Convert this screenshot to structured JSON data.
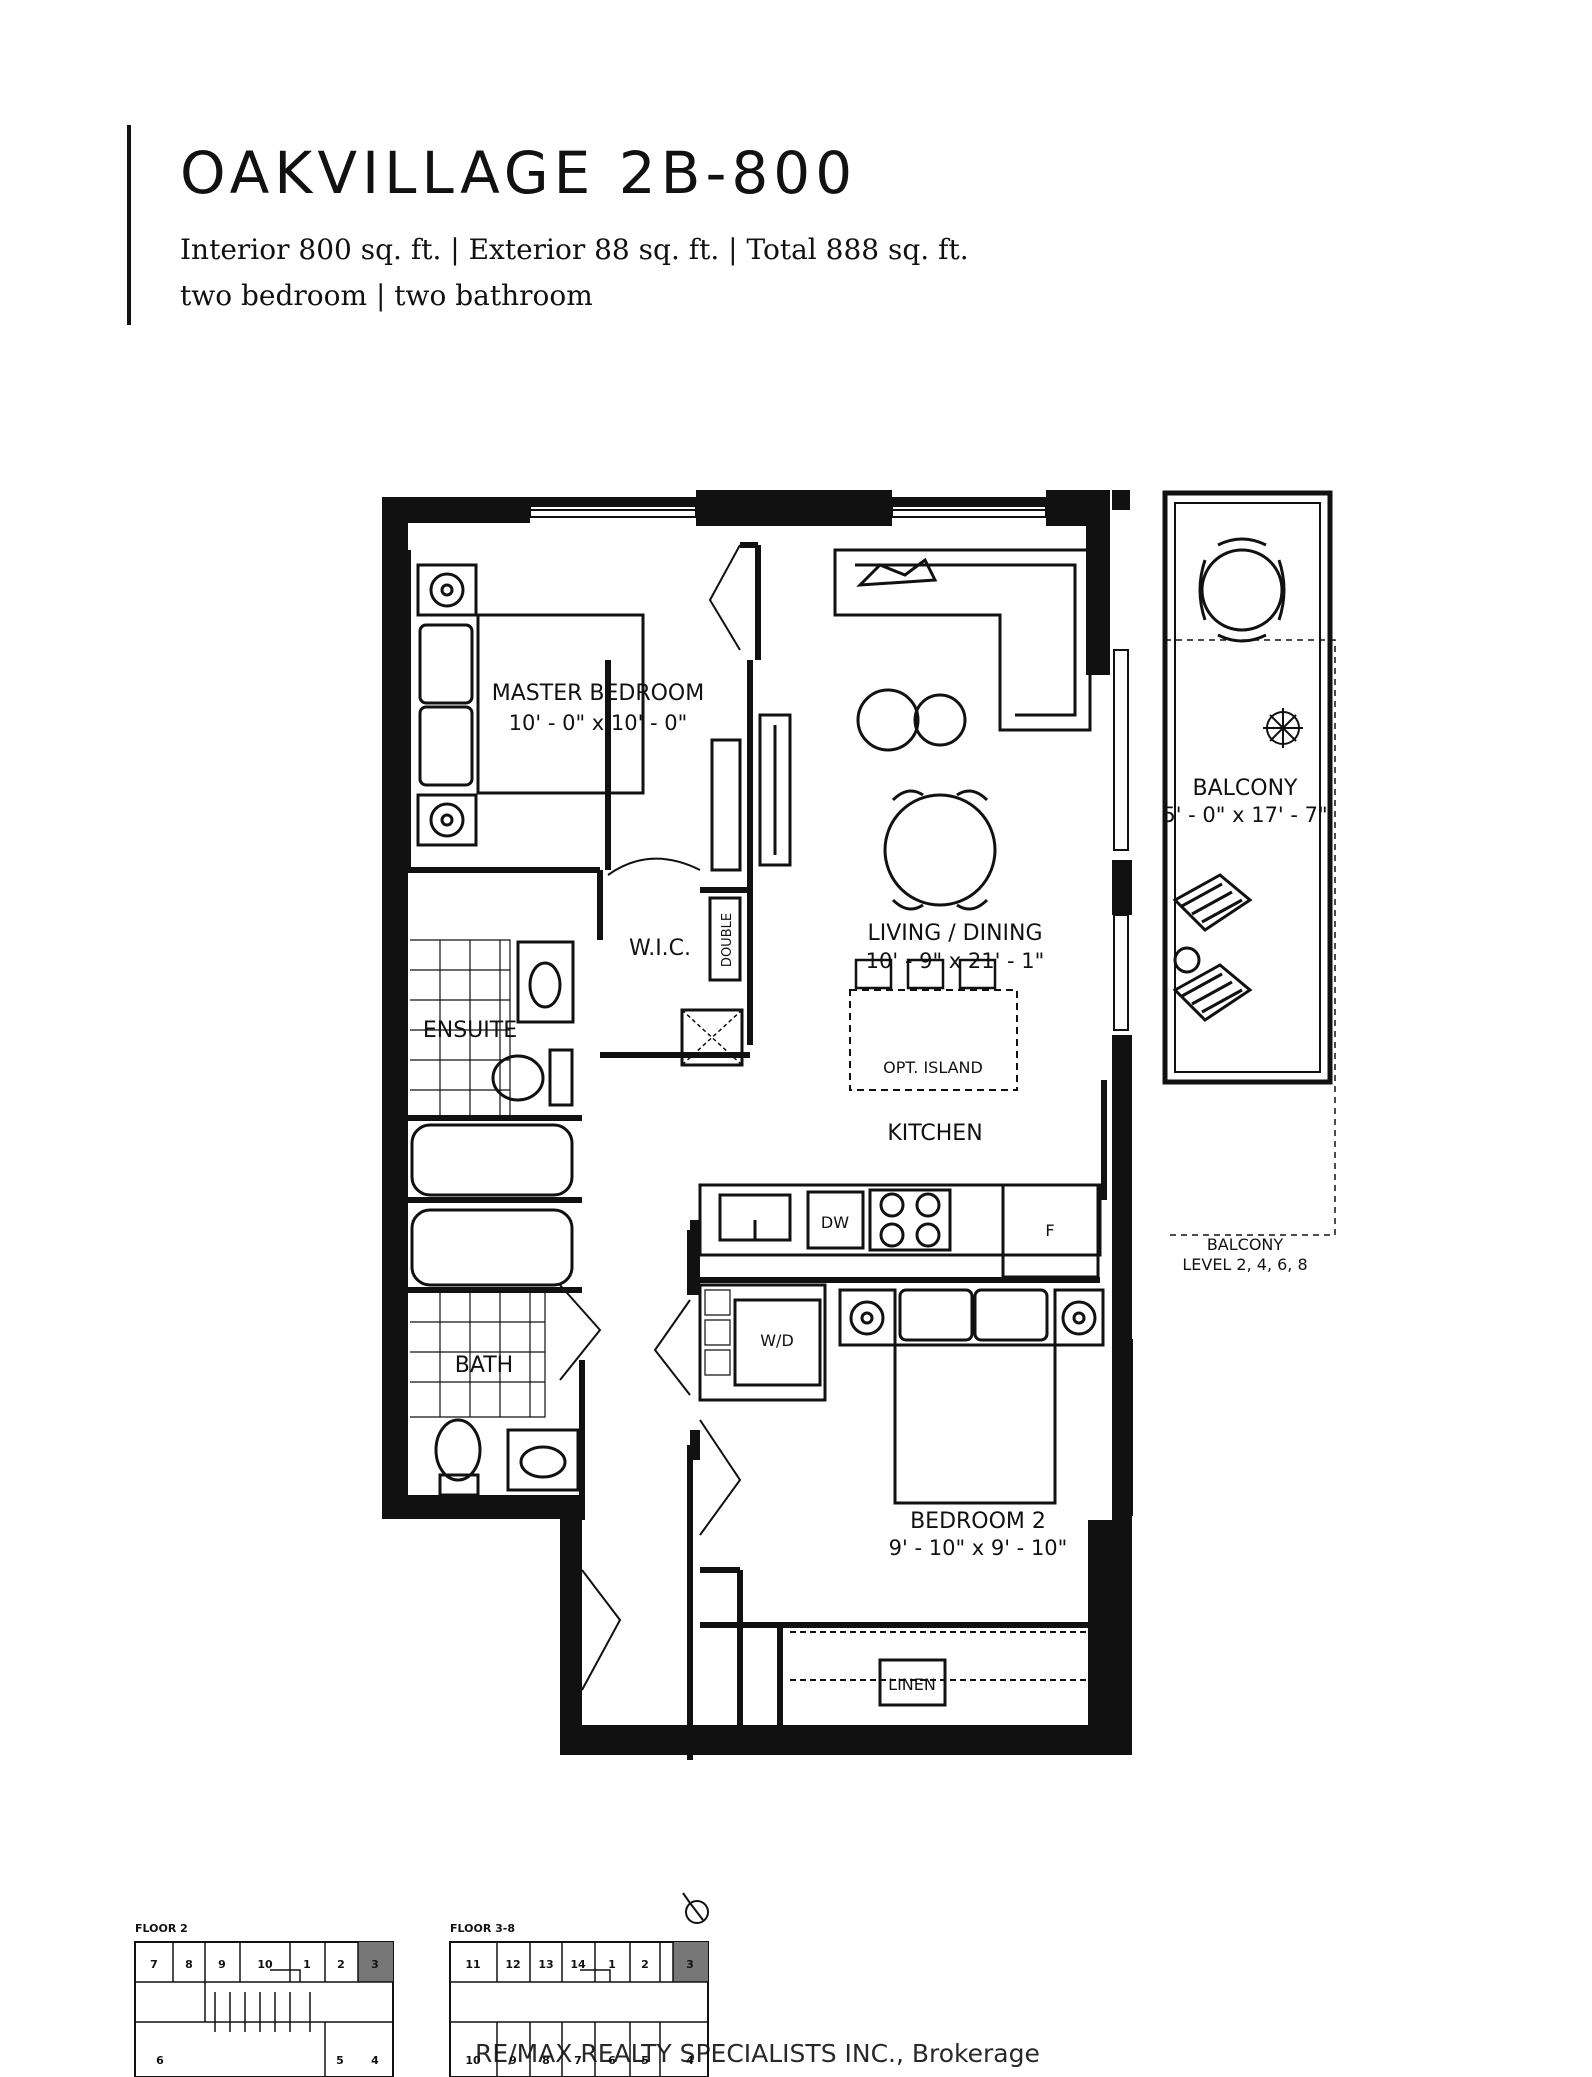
{
  "header": {
    "title": "OAKVILLAGE 2B-800",
    "specs": "Interior 800 sq. ft. | Exterior 88 sq. ft. | Total 888 sq. ft.",
    "rooms_line": "two bedroom | two bathroom"
  },
  "rooms": {
    "master_bedroom": {
      "name": "MASTER BEDROOM",
      "dims": "10' - 0\" x 10' - 0\""
    },
    "wic": {
      "name": "W.I.C."
    },
    "double": {
      "name": "DOUBLE"
    },
    "ensuite": {
      "name": "ENSUITE"
    },
    "living_dining": {
      "name": "LIVING / DINING",
      "dims": "10' - 9\" x 21' - 1\""
    },
    "opt_island": {
      "name": "OPT. ISLAND"
    },
    "kitchen": {
      "name": "KITCHEN"
    },
    "dishwasher": {
      "name": "DW"
    },
    "fridge": {
      "name": "F"
    },
    "washer_dryer": {
      "name": "W/D"
    },
    "bath": {
      "name": "BATH"
    },
    "bedroom_2": {
      "name": "BEDROOM 2",
      "dims": "9' - 10\" x 9' - 10\""
    },
    "linen": {
      "name": "LINEN"
    },
    "balcony": {
      "name": "BALCONY",
      "dims": "5' - 0\" x 17' - 7\""
    },
    "balcony_levels": {
      "line1": "BALCONY",
      "line2": "LEVEL 2, 4, 6, 8"
    }
  },
  "keyplans": {
    "floor2": {
      "label": "FLOOR 2",
      "top_units": [
        "7",
        "8",
        "9",
        "10",
        "1",
        "2",
        "3"
      ],
      "bottom_units": [
        "6",
        "5",
        "4"
      ]
    },
    "floor3_8": {
      "label": "FLOOR 3-8",
      "top_units": [
        "11",
        "12",
        "13",
        "14",
        "1",
        "2",
        "3"
      ],
      "bottom_units": [
        "10",
        "9",
        "8",
        "7",
        "6",
        "5",
        "4"
      ]
    }
  },
  "watermark": "RE/MAX REALTY SPECIALISTS INC., Brokerage"
}
